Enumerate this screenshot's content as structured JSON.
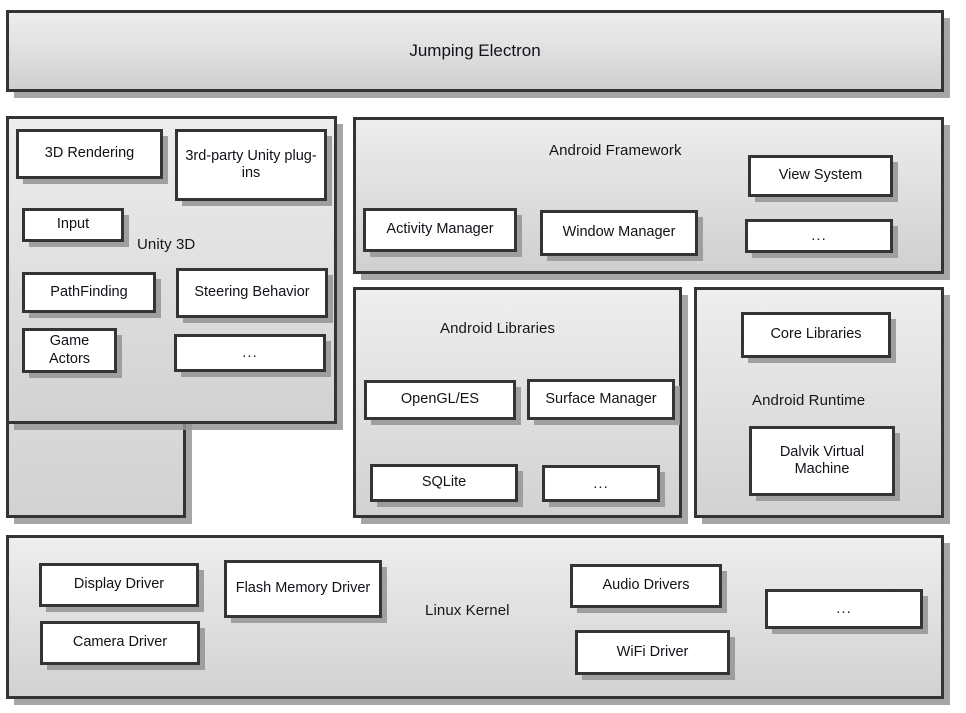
{
  "banner": {
    "title": "Jumping Electron"
  },
  "layers": {
    "unity": {
      "title": "Unity 3D",
      "nodes": [
        {
          "label": "3D Rendering"
        },
        {
          "label": "3rd-party Unity plug-ins"
        },
        {
          "label": "Input"
        },
        {
          "label": "PathFinding"
        },
        {
          "label": "Steering Behavior"
        },
        {
          "label": "Game Actors"
        },
        {
          "label": "..."
        }
      ]
    },
    "android_framework": {
      "title": "Android Framework",
      "nodes": [
        {
          "label": "Activity Manager"
        },
        {
          "label": "Window Manager"
        },
        {
          "label": "View System"
        },
        {
          "label": "..."
        }
      ]
    },
    "android_libraries": {
      "title": "Android Libraries",
      "nodes": [
        {
          "label": "OpenGL/ES"
        },
        {
          "label": "Surface Manager"
        },
        {
          "label": "SQLite"
        },
        {
          "label": "..."
        }
      ]
    },
    "android_runtime": {
      "title": "Android Runtime",
      "nodes": [
        {
          "label": "Core Libraries"
        },
        {
          "label": "Dalvik Virtual Machine"
        }
      ]
    },
    "linux_kernel": {
      "title": "Linux Kernel",
      "nodes": [
        {
          "label": "Display Driver"
        },
        {
          "label": "Flash Memory Driver"
        },
        {
          "label": "Camera Driver"
        },
        {
          "label": "Audio Drivers"
        },
        {
          "label": "WiFi Driver"
        },
        {
          "label": "..."
        }
      ]
    }
  },
  "colors": {
    "border": "#333338",
    "node_fill": "#ffffff",
    "panel_fill_top": "#eeeeee",
    "panel_fill_bottom": "#d2d2d2",
    "shadow": "#9b9b9b",
    "text": "#111118",
    "page_background": "#ffffff"
  }
}
